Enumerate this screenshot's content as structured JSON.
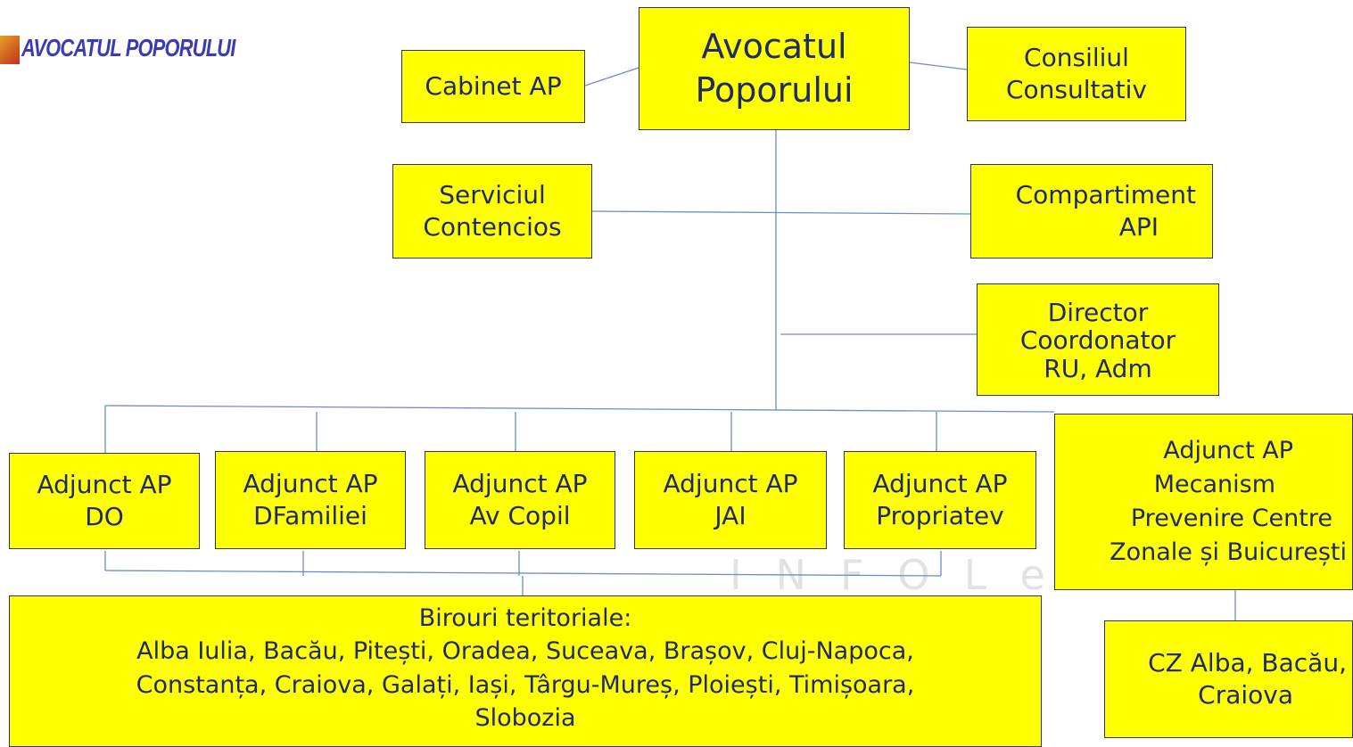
{
  "logo": {
    "text": "AVOCATUL POPORULUI"
  },
  "watermark": {
    "text": "INFOLex"
  },
  "colors": {
    "box_fill": "#ffff00",
    "box_border": "#333333",
    "text": "#1f2a6b",
    "connector": "#6a8fc4"
  },
  "nodes": {
    "avocatul": [
      "Avocatul",
      "Poporului"
    ],
    "cabinet": [
      "Cabinet AP"
    ],
    "consiliul": [
      "Consiliul",
      "Consultativ"
    ],
    "serviciul": [
      "Serviciul",
      "Contencios"
    ],
    "compartiment": [
      "Compartiment",
      "API"
    ],
    "director": [
      "Director",
      "Coordonator",
      "RU, Adm"
    ],
    "adj_do": [
      "Adjunct AP",
      "DO"
    ],
    "adj_dfam": [
      "Adjunct AP",
      "DFamiliei"
    ],
    "adj_copil": [
      "Adjunct AP",
      "Av Copil"
    ],
    "adj_jai": [
      "Adjunct AP",
      "JAI"
    ],
    "adj_prop": [
      "Adjunct AP",
      "Propriatev"
    ],
    "adj_mecanism": [
      "Adjunct AP",
      "Mecanism",
      "Prevenire Centre",
      "Zonale și  Buicurești"
    ],
    "birouri": [
      "Birouri teritoriale:",
      "Alba Iulia, Bacău, Pitești, Oradea, Suceava, Brașov, Cluj-Napoca,",
      "Constanța, Craiova, Galați, Iași, Târgu-Mureș, Ploiești, Timișoara,",
      "Slobozia"
    ],
    "cz": [
      "CZ Alba, Bacău,",
      "Craiova"
    ]
  }
}
